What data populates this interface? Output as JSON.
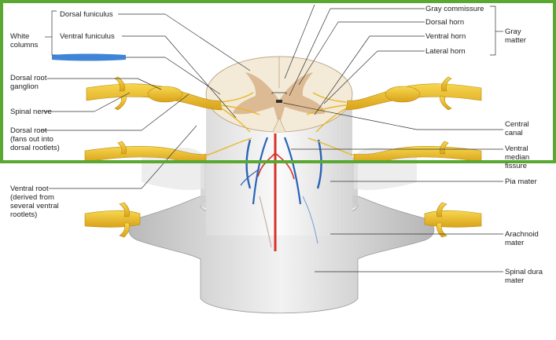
{
  "labels": {
    "white_columns": "White\ncolumns",
    "dorsal_funiculus": "Dorsal funiculus",
    "ventral_funiculus": "Ventral funiculus",
    "dorsal_root_ganglion": "Dorsal root\nganglion",
    "spinal_nerve": "Spinal nerve",
    "dorsal_root": "Dorsal root\n(fans out into\ndorsal rootlets)",
    "ventral_root": "Ventral root\n(derived from\nseveral ventral\nrootlets)",
    "gray_commissure": "Gray commissure",
    "dorsal_horn": "Dorsal horn",
    "ventral_horn": "Ventral horn",
    "lateral_horn": "Lateral horn",
    "gray_matter": "Gray\nmatter",
    "central_canal": "Central\ncanal",
    "ventral_median_fissure": "Ventral\nmedian\nfissure",
    "pia_mater": "Pia mater",
    "arachnoid_mater": "Arachnoid\nmater",
    "spinal_dura_mater": "Spinal dura\nmater"
  },
  "colors": {
    "highlight_box": "#5aa832",
    "scribble": "#1f6fd0",
    "nerve": "#f2c12e",
    "gray_matter": "#d9b58c",
    "white_matter": "#f3ead8",
    "artery": "#d6342b",
    "vein": "#2a63b8",
    "dura": "#d6d6d6"
  }
}
